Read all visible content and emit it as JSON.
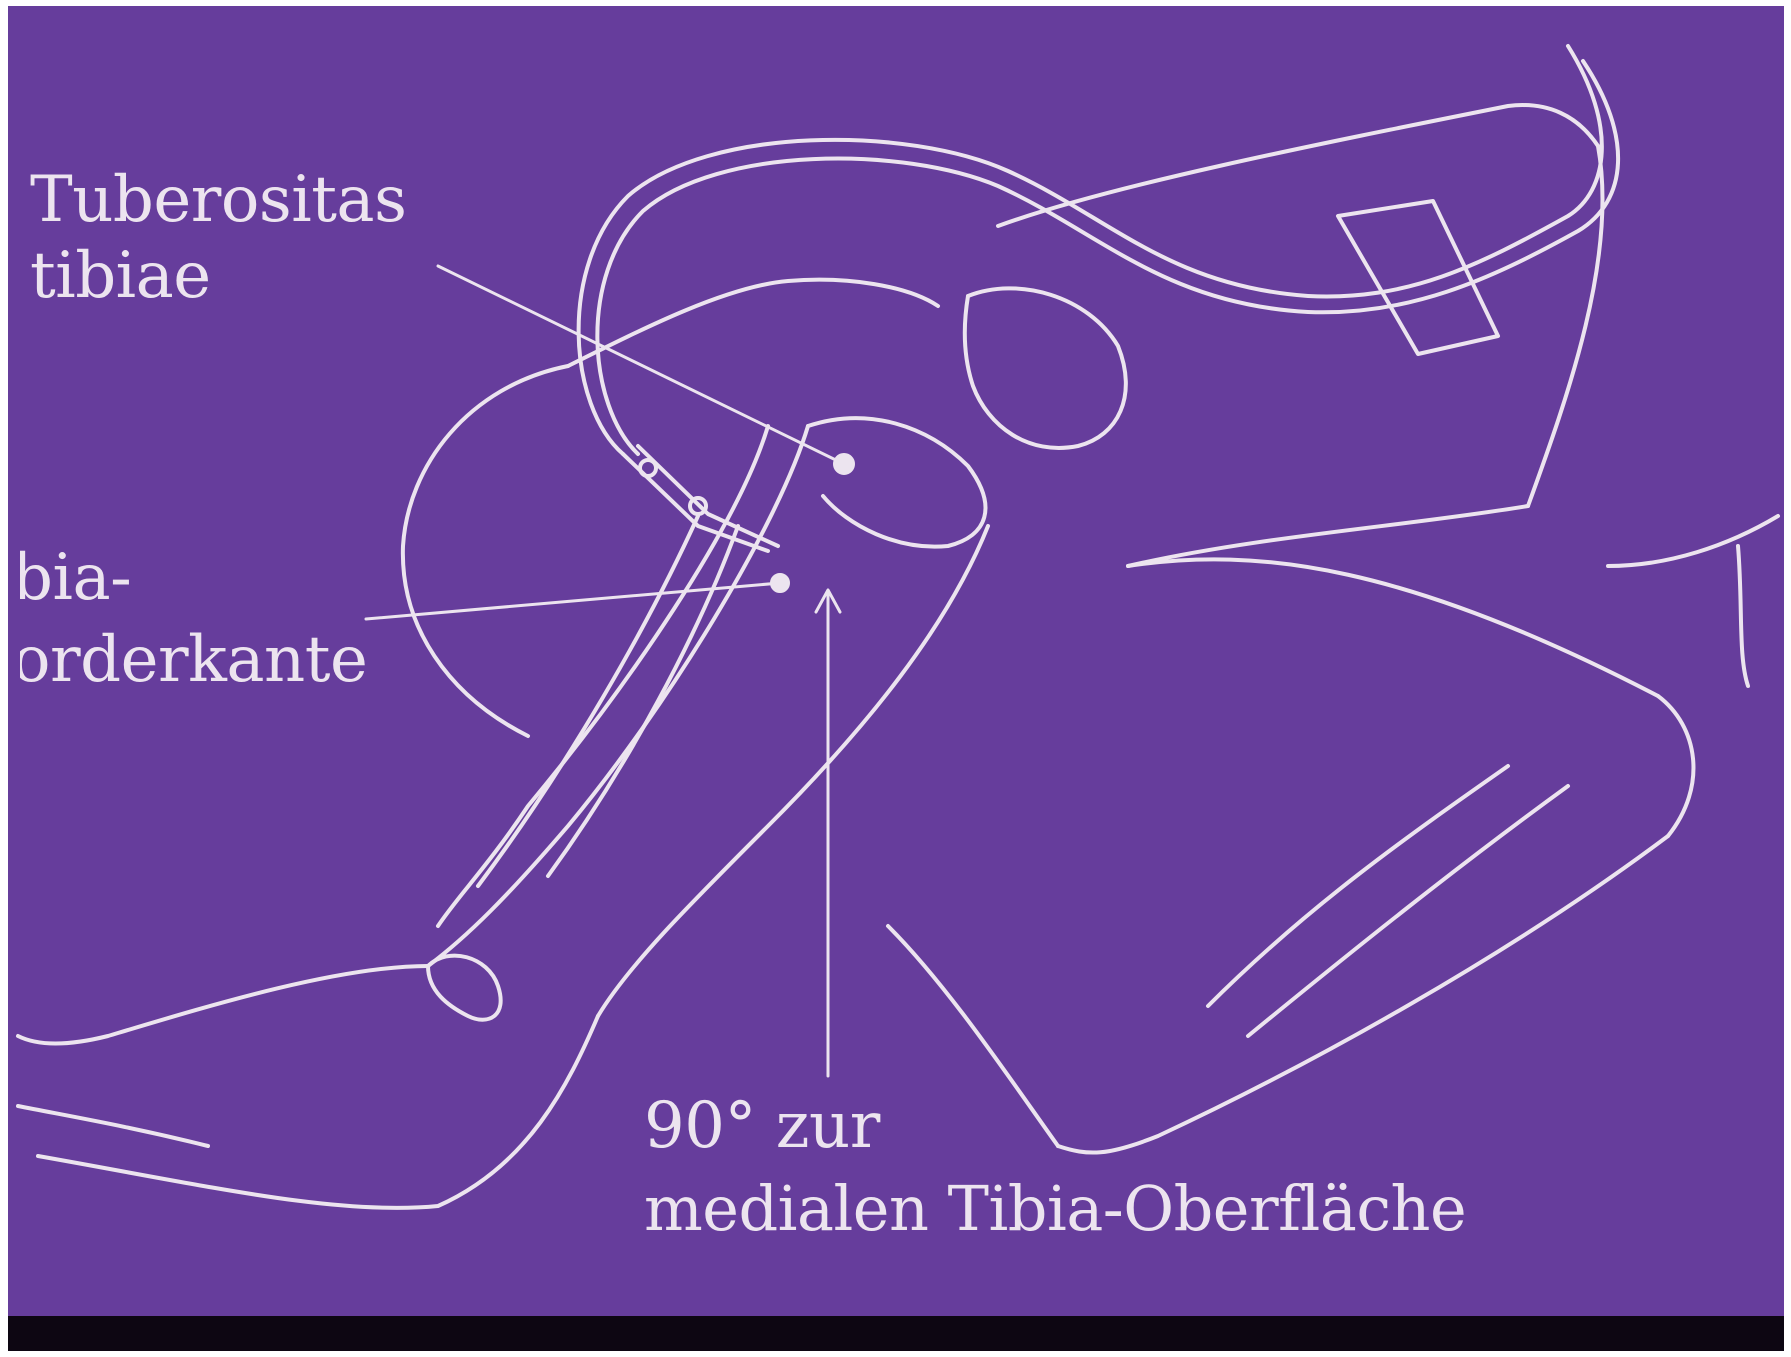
{
  "colors": {
    "background": "#663d9c",
    "lines": "#ece4ef",
    "bottom_band": "#0d0612"
  },
  "labels": {
    "tuberositas_line1": "Tuberositas",
    "tuberositas_line2": "tibiae",
    "vorderkante_line1": "bia-",
    "vorderkante_line2": "orderkante",
    "angle_line1": "90° zur",
    "angle_line2": "medialen Tibia-Oberfläche"
  }
}
